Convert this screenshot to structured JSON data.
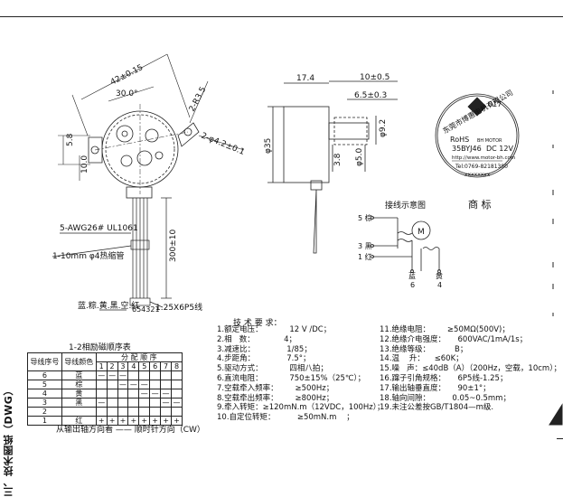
{
  "side_title": "三、技术图纸（DWG）",
  "drawing": {
    "dim_width": "42±0.15",
    "dim_angle": "30.0°",
    "dim_radius": "2-R3.5",
    "dim_holes": "2-φ4.2±0.1",
    "dim_small1": "5.8",
    "dim_small2": "10.0",
    "wire_label": "5-AWG26# UL1061",
    "tube_label": "1-10mm φ4热缩管",
    "lead_length": "300±10",
    "connector_label": "1.25X6P5线",
    "connector_pins": "654321",
    "colors_label": "蓝.粽.黄.黑.空.红",
    "side_dims": [
      "17.4",
      "10±0.5",
      "6.5±0.3",
      "φ35",
      "3.8",
      "φ5.0",
      "φ9.2"
    ]
  },
  "label": {
    "line1": "东莞市博惠电机有限公司",
    "model": "35BYJ46",
    "voltage": "DC 12V",
    "rohs": "RoHS",
    "code": "017",
    "brand_small": "BH MOTOR",
    "website": "http://www.motor-bh.com",
    "tel": "Tel:0769-82181380",
    "serial": "xxxxxxxx"
  },
  "wiring": {
    "title": "接线示意图",
    "logo_title": "商      标",
    "motor": "M",
    "pins": [
      "5 棕",
      "3 黑",
      "1 红"
    ],
    "bottom": [
      "蓝",
      "黄"
    ],
    "bottom_nums": [
      "6",
      "4"
    ]
  },
  "requirements": {
    "title": "技 术 要 求：",
    "left": [
      "1.额定电压：           12 V /DC；",
      "2.相   数：            4；",
      "3.减速比：             1/85；",
      "4.步距角：             7.5°；",
      "5.驱动方式：           四相八拍；",
      "6.直流电阻：           750±15%（25℃）；",
      "7.空载牵入频率：       ≥500Hz；",
      "8.空载牵出频率：       ≥800Hz；",
      "9.牵入转矩：≥120mN.m（12VDC，100Hz）；",
      "10.自定位转矩：         ≥50mN.m    ；"
    ],
    "right": [
      "11.绝缘电阻：       ≥50MΩ(500V)；",
      "12.绝缘介电强度：     600VAC/1mA/1s；",
      "13.绝缘等级：          B；",
      "14.温    升：    ≤60K；",
      "15.噪   声：≤40dB（A）（200Hz，空载，10cm）；",
      "16.蹿子引角规格：     6P5线-1.25；",
      "17.输出轴垂直度：     90±1°；",
      "18.轴向间隙：         0.05~0.5mm；",
      "19.未注公差按GB/T1804—m级."
    ]
  },
  "sequence_table": {
    "title": "1-2相励磁顺序表",
    "header_col1": "导线序号",
    "header_col2": "导线颜色",
    "header_group": "分 配 顺 序",
    "steps": [
      "1",
      "2",
      "3",
      "4",
      "5",
      "6",
      "7",
      "8"
    ],
    "rows": [
      {
        "num": "6",
        "color": "蓝",
        "marks": [
          "—",
          "—",
          "—",
          "",
          "",
          "",
          "",
          ""
        ]
      },
      {
        "num": "5",
        "color": "棕",
        "marks": [
          "",
          "",
          "—",
          "—",
          "—",
          "",
          "",
          ""
        ]
      },
      {
        "num": "4",
        "color": "黄",
        "marks": [
          "",
          "",
          "",
          "",
          "—",
          "—",
          "—",
          ""
        ]
      },
      {
        "num": "3",
        "color": "黑",
        "marks": [
          "—",
          "",
          "",
          "",
          "",
          "",
          "—",
          "—"
        ]
      },
      {
        "num": "2",
        "color": "",
        "marks": [
          "",
          "",
          "",
          "",
          "",
          "",
          "",
          ""
        ]
      },
      {
        "num": "1",
        "color": "红",
        "marks": [
          "+",
          "+",
          "+",
          "+",
          "+",
          "+",
          "+",
          "+"
        ]
      }
    ],
    "caption": "从输出轴方向看 —— 顺时针方向（CW）"
  }
}
